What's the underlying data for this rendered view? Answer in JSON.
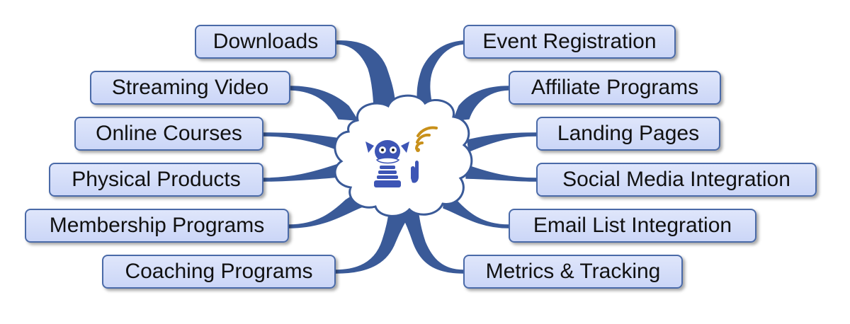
{
  "diagram": {
    "central_topic": {
      "icon": "robot-wifi-icon"
    },
    "left_branches": [
      {
        "label": "Downloads"
      },
      {
        "label": "Streaming Video"
      },
      {
        "label": "Online Courses"
      },
      {
        "label": "Physical Products"
      },
      {
        "label": "Membership Programs"
      },
      {
        "label": "Coaching Programs"
      }
    ],
    "right_branches": [
      {
        "label": "Event Registration"
      },
      {
        "label": "Affiliate Programs"
      },
      {
        "label": "Landing Pages"
      },
      {
        "label": "Social Media Integration"
      },
      {
        "label": "Email List Integration"
      },
      {
        "label": "Metrics & Tracking"
      }
    ],
    "colors": {
      "node_fill": "#d4ddf8",
      "node_border": "#4a6aa8",
      "connector": "#3a5a98",
      "cloud_fill": "#ffffff",
      "icon_blue": "#3d55b5",
      "signal_gold": "#c8901a"
    }
  }
}
